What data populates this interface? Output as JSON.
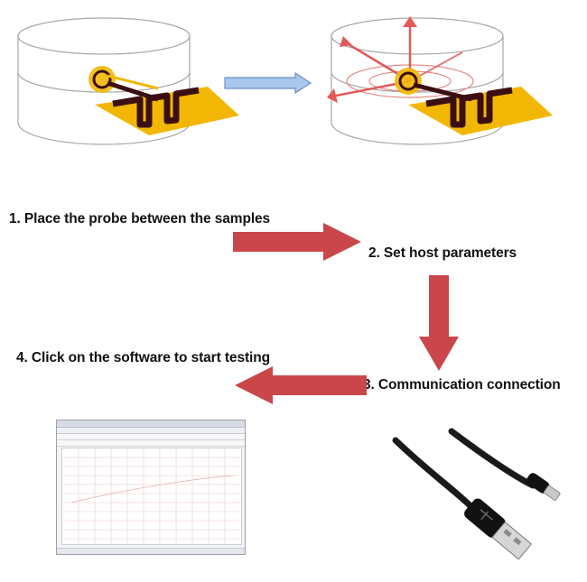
{
  "steps": [
    {
      "label": "1. Place the probe between the samples"
    },
    {
      "label": "2. Set host parameters"
    },
    {
      "label": "3. Communication connection"
    },
    {
      "label": "4. Click on the software to start testing"
    }
  ],
  "colors": {
    "arrow_red": "#c9474a",
    "arrow_blue": "#a9c6ec",
    "probe_gold": "#f2b705",
    "probe_dark": "#3b0f12",
    "cylinder_edge": "#a8a8a8",
    "cable": "#1a1a1a"
  },
  "icons": [
    "sample-cylinder-icon",
    "sensor-probe-icon",
    "heat-flow-arrows-icon",
    "usb-cable-icon",
    "software-window-icon"
  ]
}
